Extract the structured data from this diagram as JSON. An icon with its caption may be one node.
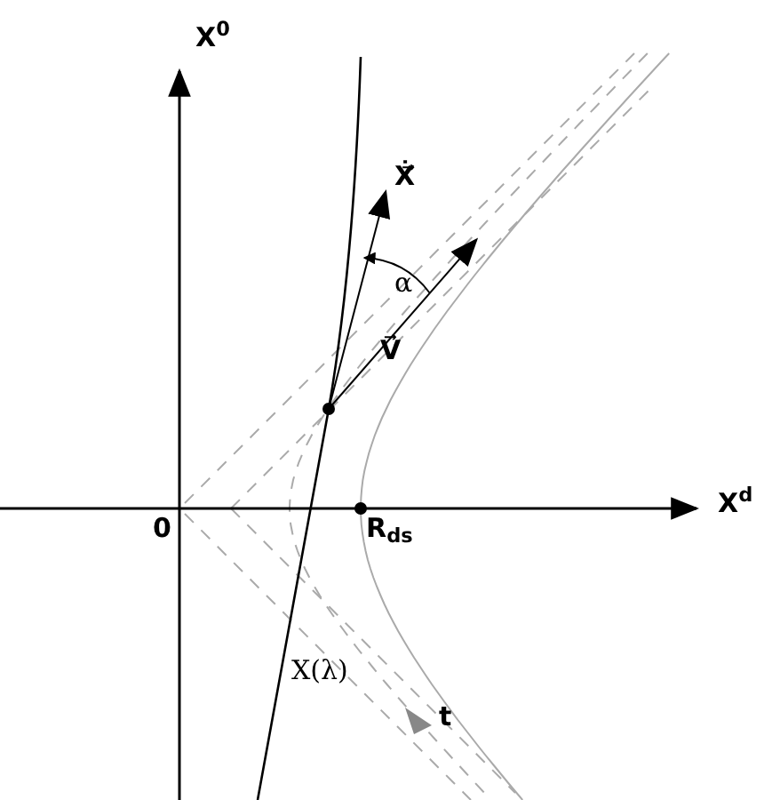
{
  "diagram": {
    "labels": [
      "X$^{0}$",
      "Ẋ⃗",
      "α",
      "V⃗",
      "X$^{d}$",
      "0",
      "R$_{ds}$",
      "X(λ)",
      "t"
    ]
  }
}
